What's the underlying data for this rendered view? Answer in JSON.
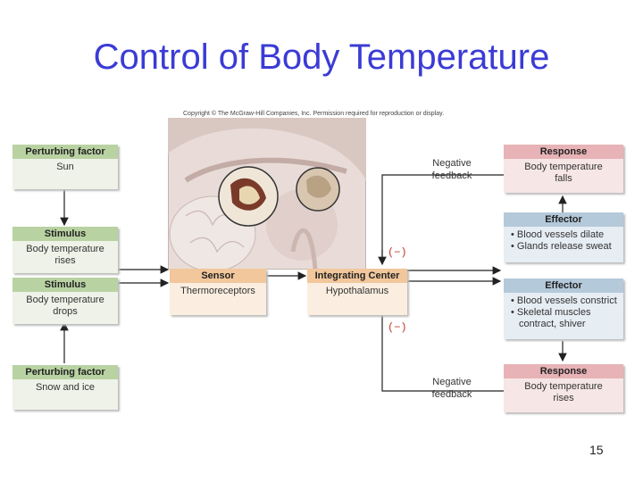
{
  "title": "Control of Body Temperature",
  "copyright": "Copyright © The McGraw-Hill Companies, Inc. Permission required for reproduction or display.",
  "perturbing_top": {
    "header": "Perturbing factor",
    "body": "Sun"
  },
  "stimulus_top": {
    "header": "Stimulus",
    "line1": "Body temperature",
    "line2": "rises"
  },
  "stimulus_bottom": {
    "header": "Stimulus",
    "line1": "Body temperature",
    "line2": "drops"
  },
  "perturbing_bottom": {
    "header": "Perturbing factor",
    "body": "Snow and ice"
  },
  "sensor": {
    "header": "Sensor",
    "body": "Thermoreceptors"
  },
  "integrating": {
    "header": "Integrating Center",
    "body": "Hypothalamus"
  },
  "response_top": {
    "header": "Response",
    "line1": "Body temperature",
    "line2": "falls"
  },
  "effector_top": {
    "header": "Effector",
    "items": [
      "• Blood vessels dilate",
      "• Glands release sweat"
    ]
  },
  "effector_bottom": {
    "header": "Effector",
    "items": [
      "• Blood vessels constrict",
      "• Skeletal muscles",
      "contract, shiver"
    ]
  },
  "response_bottom": {
    "header": "Response",
    "line1": "Body temperature",
    "line2": "rises"
  },
  "neg_top": {
    "line1": "Negative",
    "line2": "feedback"
  },
  "neg_bottom": {
    "line1": "Negative",
    "line2": "feedback"
  },
  "sign_top": "(−)",
  "sign_bottom": "(−)",
  "page_number": "15",
  "colors": {
    "title": "#3b3bd6",
    "green_header": "#b9d2a2",
    "pink_header": "#e7b3b6",
    "blue_header": "#b4c9da",
    "orange_header": "#f1c79b"
  },
  "image_name": "brain-section-illustration"
}
